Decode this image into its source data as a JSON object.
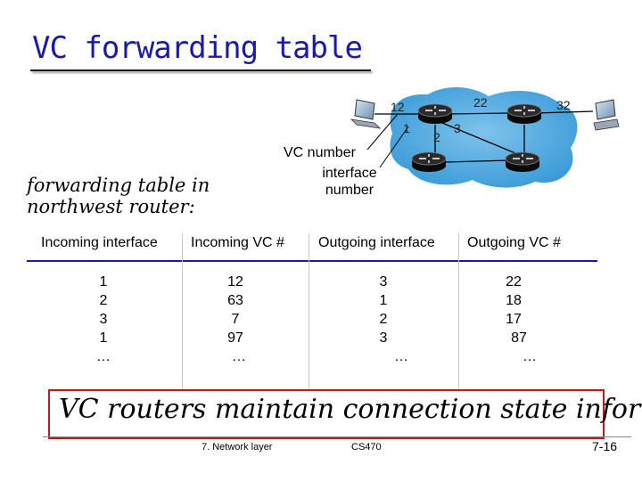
{
  "title": "VC forwarding table",
  "network": {
    "labels": {
      "vc_in": "12",
      "vc_mid": "22",
      "vc_out": "32",
      "iface_1": "1",
      "iface_2": "2",
      "iface_3": "3"
    },
    "annotation_vc_number": "VC number",
    "annotation_interface_line1": "interface",
    "annotation_interface_line2": "number",
    "icons": [
      "host-computer-icon",
      "router-icon"
    ],
    "cloud_color": "#3b9bd8"
  },
  "subtitle_line1": "forwarding table in",
  "subtitle_line2": "northwest router:",
  "table": {
    "headers": [
      "Incoming interface",
      "Incoming VC #",
      "Outgoing interface",
      "Outgoing VC #"
    ],
    "columns": [
      [
        "1",
        "2",
        "3",
        "1",
        "…"
      ],
      [
        "12",
        "63",
        "7",
        "97",
        "…"
      ],
      [
        "3",
        "1",
        "2",
        "3",
        "…"
      ],
      [
        "22",
        "18",
        "17",
        "87",
        "…"
      ]
    ]
  },
  "callout": "VC routers maintain connection state inform",
  "footer": {
    "left": "7. Network layer",
    "center": "CS470",
    "right": "7-16"
  },
  "colors": {
    "title": "#1a1aa6",
    "header_rule": "#1a1aa6",
    "callout_border": "#c21a1a"
  }
}
